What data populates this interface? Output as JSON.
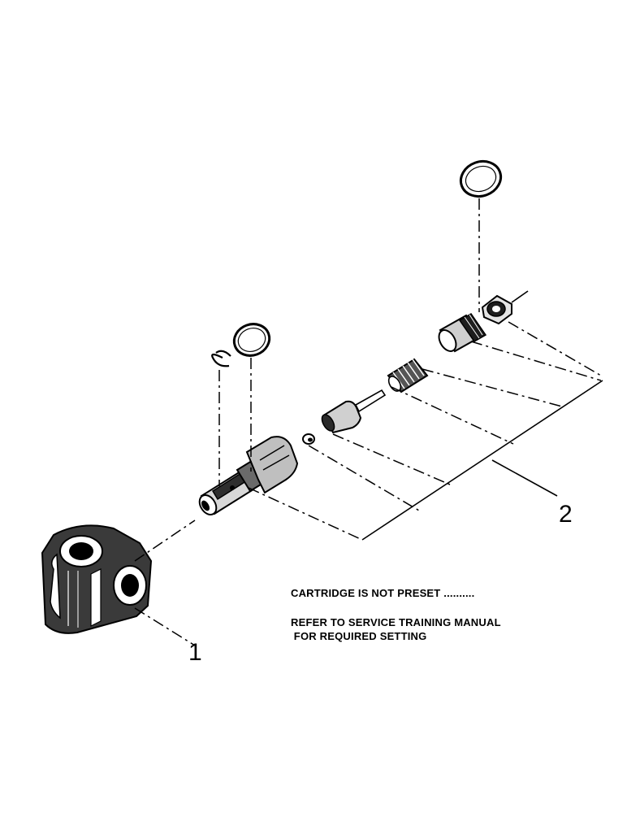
{
  "callouts": [
    {
      "number": "1"
    },
    {
      "number": "2"
    }
  ],
  "notes": {
    "line1": "CARTRIDGE IS NOT PRESET ..........",
    "line2": "REFER TO SERVICE TRAINING MANUAL",
    "line3": " FOR REQUIRED SETTING"
  }
}
